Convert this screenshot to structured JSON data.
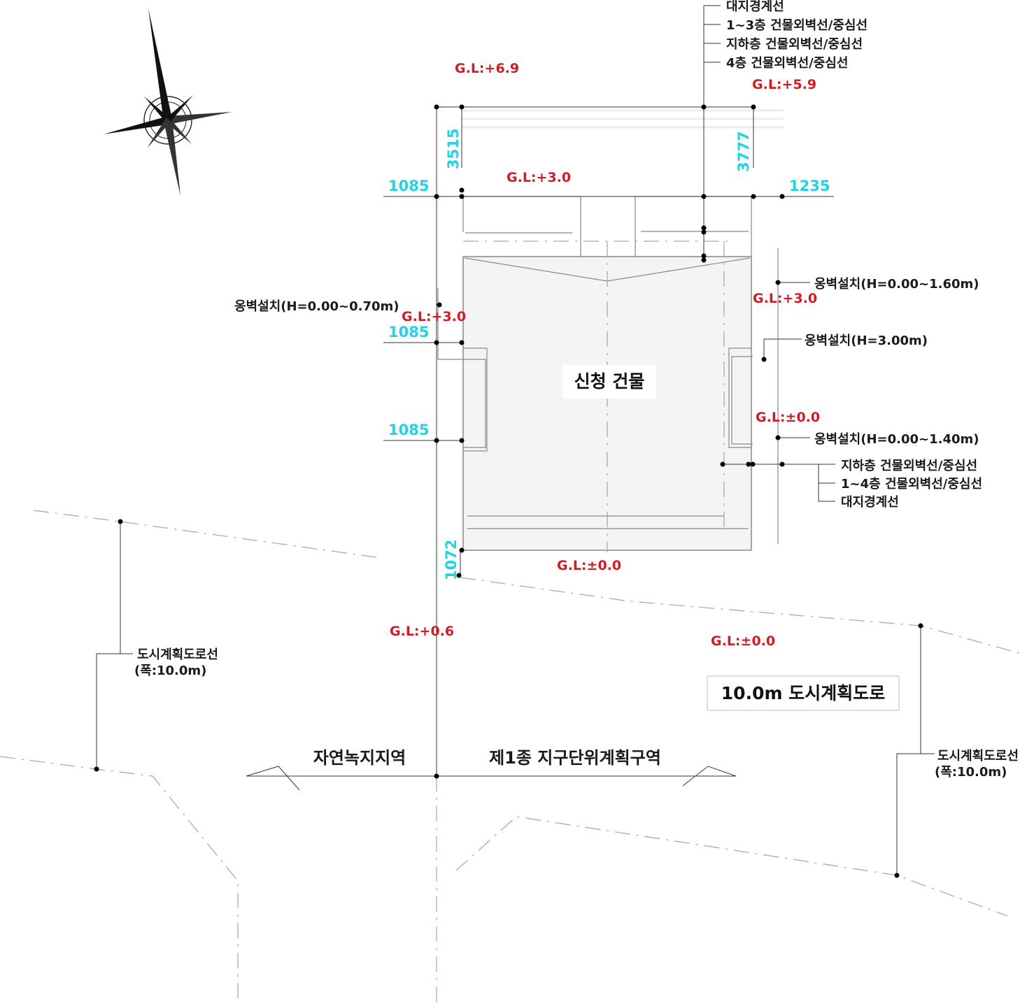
{
  "compass": {
    "icon": "north-arrow-compass-rose-icon"
  },
  "colors": {
    "ground_level": "#d01c24",
    "dimension": "#22d3e6",
    "note": "#1a1a1a"
  },
  "top_legend": [
    "대지경계선",
    "1~3층 건물외벽선/중심선",
    "지하층 건물외벽선/중심선",
    "4층 건물외벽선/중심선"
  ],
  "right_legend": [
    "지하층 건물외벽선/중심선",
    "1~4층 건물외벽선/중심선",
    "대지경계선"
  ],
  "ground_levels": [
    "G.L:+6.9",
    "G.L:+5.9",
    "G.L:+3.0",
    "G.L:+3.0",
    "G.L:+3.0",
    "G.L:±0.0",
    "G.L:±0.0",
    "G.L:+0.6",
    "G.L:±0.0"
  ],
  "dimensions": [
    "3515",
    "3777",
    "1085",
    "1235",
    "1085",
    "1085",
    "1072"
  ],
  "retaining_walls": [
    "옹벽설치(H=0.00~0.70m)",
    "옹벽설치(H=0.00~1.60m)",
    "옹벽설치(H=3.00m)",
    "옹벽설치(H=0.00~1.40m)"
  ],
  "building_label": "신청 건물",
  "road_line_left": {
    "name": "도시계획도로선",
    "width": "(폭:10.0m)"
  },
  "road_line_right": {
    "name": "도시계획도로선",
    "width": "(폭:10.0m)"
  },
  "road_label": "10.0m 도시계획도로",
  "zone_left": "자연녹지지역",
  "zone_right": "제1종 지구단위계획구역"
}
